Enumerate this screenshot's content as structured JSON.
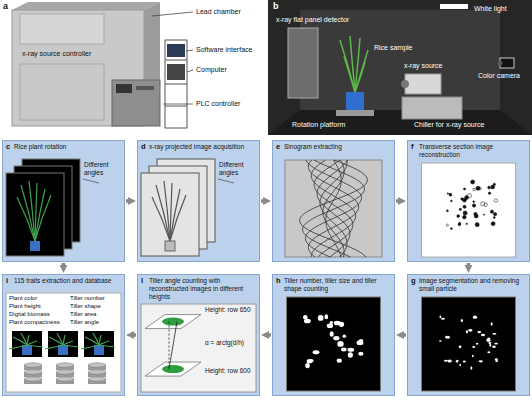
{
  "diagram": {
    "nodes": [
      {
        "text": [
          "c",
          "Rice plant rotation",
          "Different angles"
        ]
      },
      {
        "text": [
          "d",
          "x-ray projected image acquisition",
          "Different angles"
        ]
      },
      {
        "text": [
          "e",
          "Sinogram extracting"
        ]
      },
      {
        "text": [
          "f",
          "Transverse section image reconstruction"
        ]
      },
      {
        "text": [
          "i",
          "115 traits extraction and database",
          "Plant color",
          "Plant height",
          "Digital biomass",
          "Plant compactness",
          "Tiller number",
          "Tiller shape",
          "Tiller area",
          "Tiller angle"
        ]
      },
      {
        "text": [
          "l",
          "Tiller angle counting with reconstructed images in different heights",
          "Height: row 650",
          "Height: row 600",
          "α = arctg(d/h)"
        ]
      },
      {
        "text": [
          "h",
          "Tiller number, tiller size and tiller shape counting"
        ]
      },
      {
        "text": [
          "g",
          "Image segmentation and removing small particle"
        ]
      }
    ],
    "edges": [
      {
        "from": 0,
        "to": 1,
        "arrow": "to"
      },
      {
        "from": 1,
        "to": 2,
        "arrow": "to"
      },
      {
        "from": 2,
        "to": 3,
        "arrow": "to"
      },
      {
        "from": 3,
        "to": 7,
        "arrow": "to"
      },
      {
        "from": 7,
        "to": 6,
        "arrow": "to"
      },
      {
        "from": 6,
        "to": 5,
        "arrow": "to"
      },
      {
        "from": 5,
        "to": 4,
        "arrow": "to"
      },
      {
        "from": 0,
        "to": 4,
        "arrow": "to"
      }
    ],
    "labels": [
      "a",
      "Lead chamber",
      "x-ray source controller",
      "Software interface",
      "Computer",
      "PLC controller",
      "b",
      "x-ray flat panel detector",
      "Rice sample",
      "x-ray source",
      "White light",
      "Color camera",
      "Rotation platform",
      "Chiller for x-ray source"
    ]
  }
}
